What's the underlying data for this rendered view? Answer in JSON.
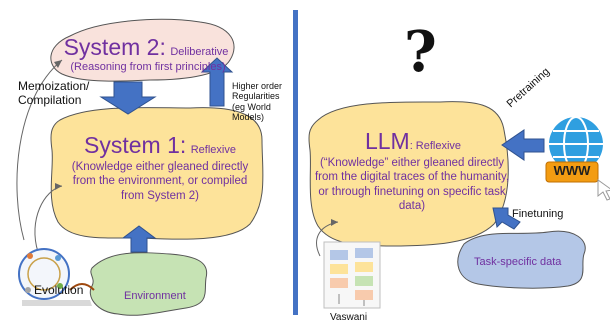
{
  "left": {
    "system2": {
      "title": "System 2:",
      "title_suffix": "Deliberative",
      "subtitle": "(Reasoning from first principles)"
    },
    "system1": {
      "title": "System 1:",
      "title_suffix": "Reflexive",
      "body": "(Knowledge either gleaned directly from the environment, or compiled from System 2)"
    },
    "memoization_label": "Memoization/ Compilation",
    "higher_order_label": "Higher order Regularities (eg World Models)",
    "evolution_label": "Evolution",
    "environment_label": "Environment"
  },
  "right": {
    "question_mark": "?",
    "llm": {
      "title": "LLM",
      "title_suffix": ": Reflexive",
      "body": "(“Knowledge” either gleaned directly from the digital traces of the humanity, or through finetuning on specific task data)"
    },
    "pretraining_label": "Pretraining",
    "finetuning_label": "Finetuning",
    "task_data_label": "Task-specific data",
    "www_label": "WWW",
    "vaswani_label": "Vaswani"
  },
  "colors": {
    "purple_text": "#7030a0",
    "system2_fill": "#f9e2dc",
    "blob_fill": "#fde39a",
    "arrow_blue": "#4472c4",
    "divider_blue": "#4472c4",
    "environment_fill": "#c6e3b4",
    "task_data_fill": "#b4c7e7"
  }
}
